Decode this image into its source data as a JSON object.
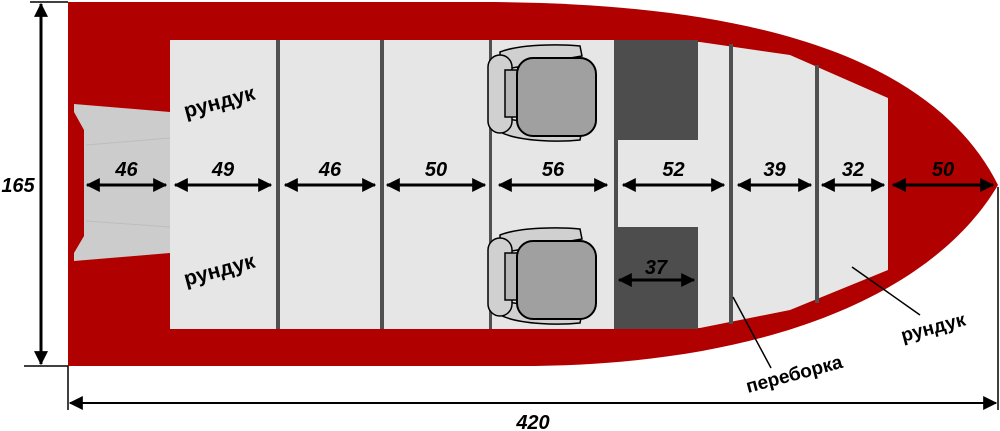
{
  "colors": {
    "hull": "#b00000",
    "deck": "#e6e6e6",
    "divider": "#505050",
    "block": "#4d4d4d",
    "transom": "#cccccc"
  },
  "dimensions": {
    "width_label": "165",
    "length_label": "420",
    "sections": [
      "46",
      "49",
      "46",
      "50",
      "56",
      "52",
      "39",
      "32",
      "50"
    ],
    "console_width": "37"
  },
  "labels": {
    "locker_top": "рундук",
    "locker_bottom": "рундук",
    "locker_bow": "рундук",
    "bulkhead": "переборка"
  }
}
